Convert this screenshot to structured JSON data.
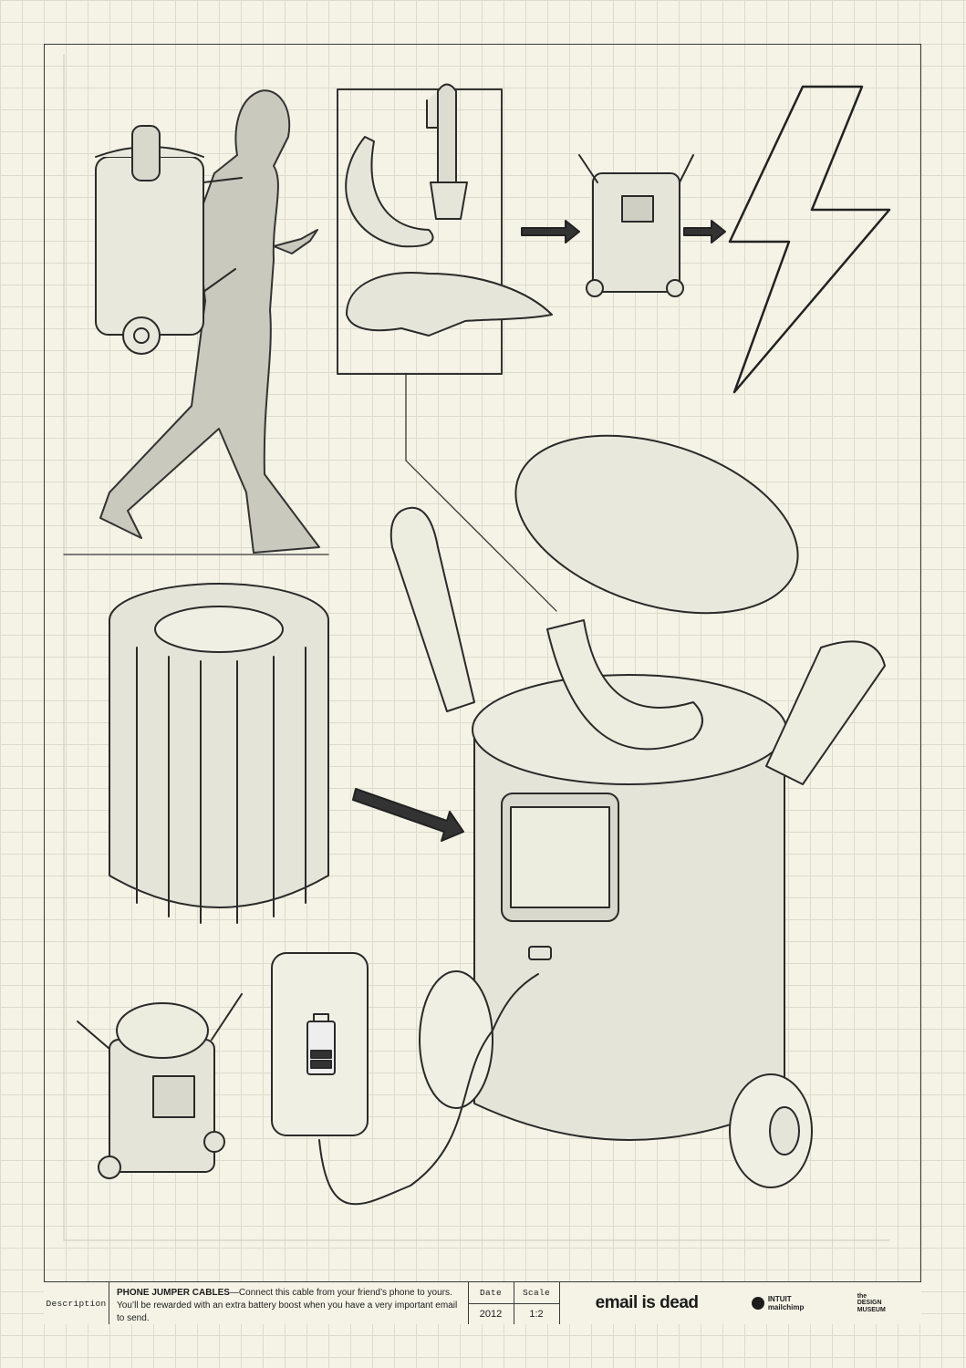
{
  "description_label": "Description",
  "description": {
    "title": "PHONE JUMPER CABLES",
    "text": "—Connect this cable from your friend’s phone to yours.",
    "text2": "You’ll be rewarded with an extra battery boost when you have a very important email to send."
  },
  "date_label": "Date",
  "date_value": "2012",
  "scale_label": "Scale",
  "scale_value": "1:2",
  "brand": "email is dead",
  "partner1_top": "INTUIT",
  "partner1_bottom": "mailchimp",
  "partner2": [
    "the",
    "DESIGN",
    "MUSEUM"
  ]
}
